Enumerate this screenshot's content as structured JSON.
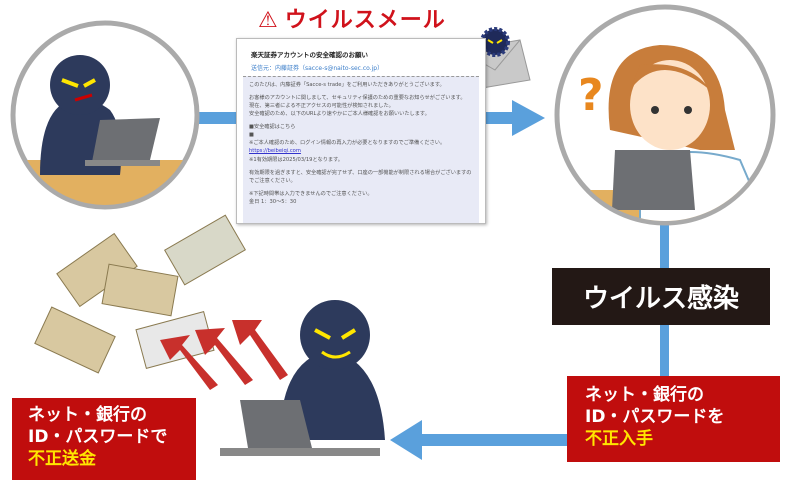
{
  "title": {
    "warning_icon": "warning-triangle-icon",
    "text": "ウイルスメール"
  },
  "email": {
    "subject": "楽天証券アカウントの安全確認のお願い",
    "from": "送信元：内藤証券（sacce-s@naito-sec.co.jp）",
    "lines": [
      "このたびは、内藤証券「Sacce-s trade」をご利用いただきありがとうございます。",
      "お客様のアカウントに関しまして、セキュリティ保護のための重要なお知らせがございます。",
      "現在、第三者による不正アクセスの可能性が検知されました。",
      "安全確認のため、以下のURLより速やかにご本人様確認をお願いいたします。",
      "■安全確認はこちら",
      "■",
      "※ご本人確認のため、ログイン情報の再入力が必要となりますのでご準備ください。",
      "https://beibeiqi.com",
      "※1有効期限は2025/03/19となります。",
      "有効期限を過ぎますと、安全確認が完了せず、口座の一部機能が制限される場合がございますのでご注意ください。",
      "※下記時間帯は入力できませんのでご注意ください。",
      "金日 1：30～5：30"
    ]
  },
  "infection_label": "ウイルス感染",
  "steal_box": {
    "line1": "ネット・銀行の",
    "line2": "ID・パスワードを",
    "highlight": "不正入手"
  },
  "send_box": {
    "line1": "ネット・銀行の",
    "line2": "ID・パスワードで",
    "highlight": "不正送金"
  },
  "colors": {
    "red": "#c00d0d",
    "blue": "#5aa0dc",
    "dark": "#231815",
    "highlight": "#ffe600",
    "title_red": "#d0121b"
  }
}
